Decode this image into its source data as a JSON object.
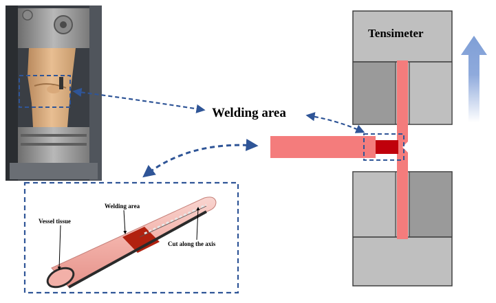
{
  "labels": {
    "tensimeter": "Tensimeter",
    "welding_area_main": "Welding area",
    "welding_area_small": "Welding area",
    "vessel_tissue": "Vessel tissue",
    "cut_along_axis": "Cut along the axis"
  },
  "colors": {
    "pink": "#F47C7C",
    "light_pink": "#F2B6B0",
    "dark_red": "#C0000B",
    "weld_band": "#B1210F",
    "clamp_light": "#BFBFBF",
    "clamp_dark": "#9A9A9A",
    "outline": "#3F3F3F",
    "dashed_blue": "#2F5597",
    "arrow_blue": "#8FAADC"
  },
  "icons": {
    "photo": "tensile-test-photo",
    "arrow": "pull-direction-arrow"
  }
}
